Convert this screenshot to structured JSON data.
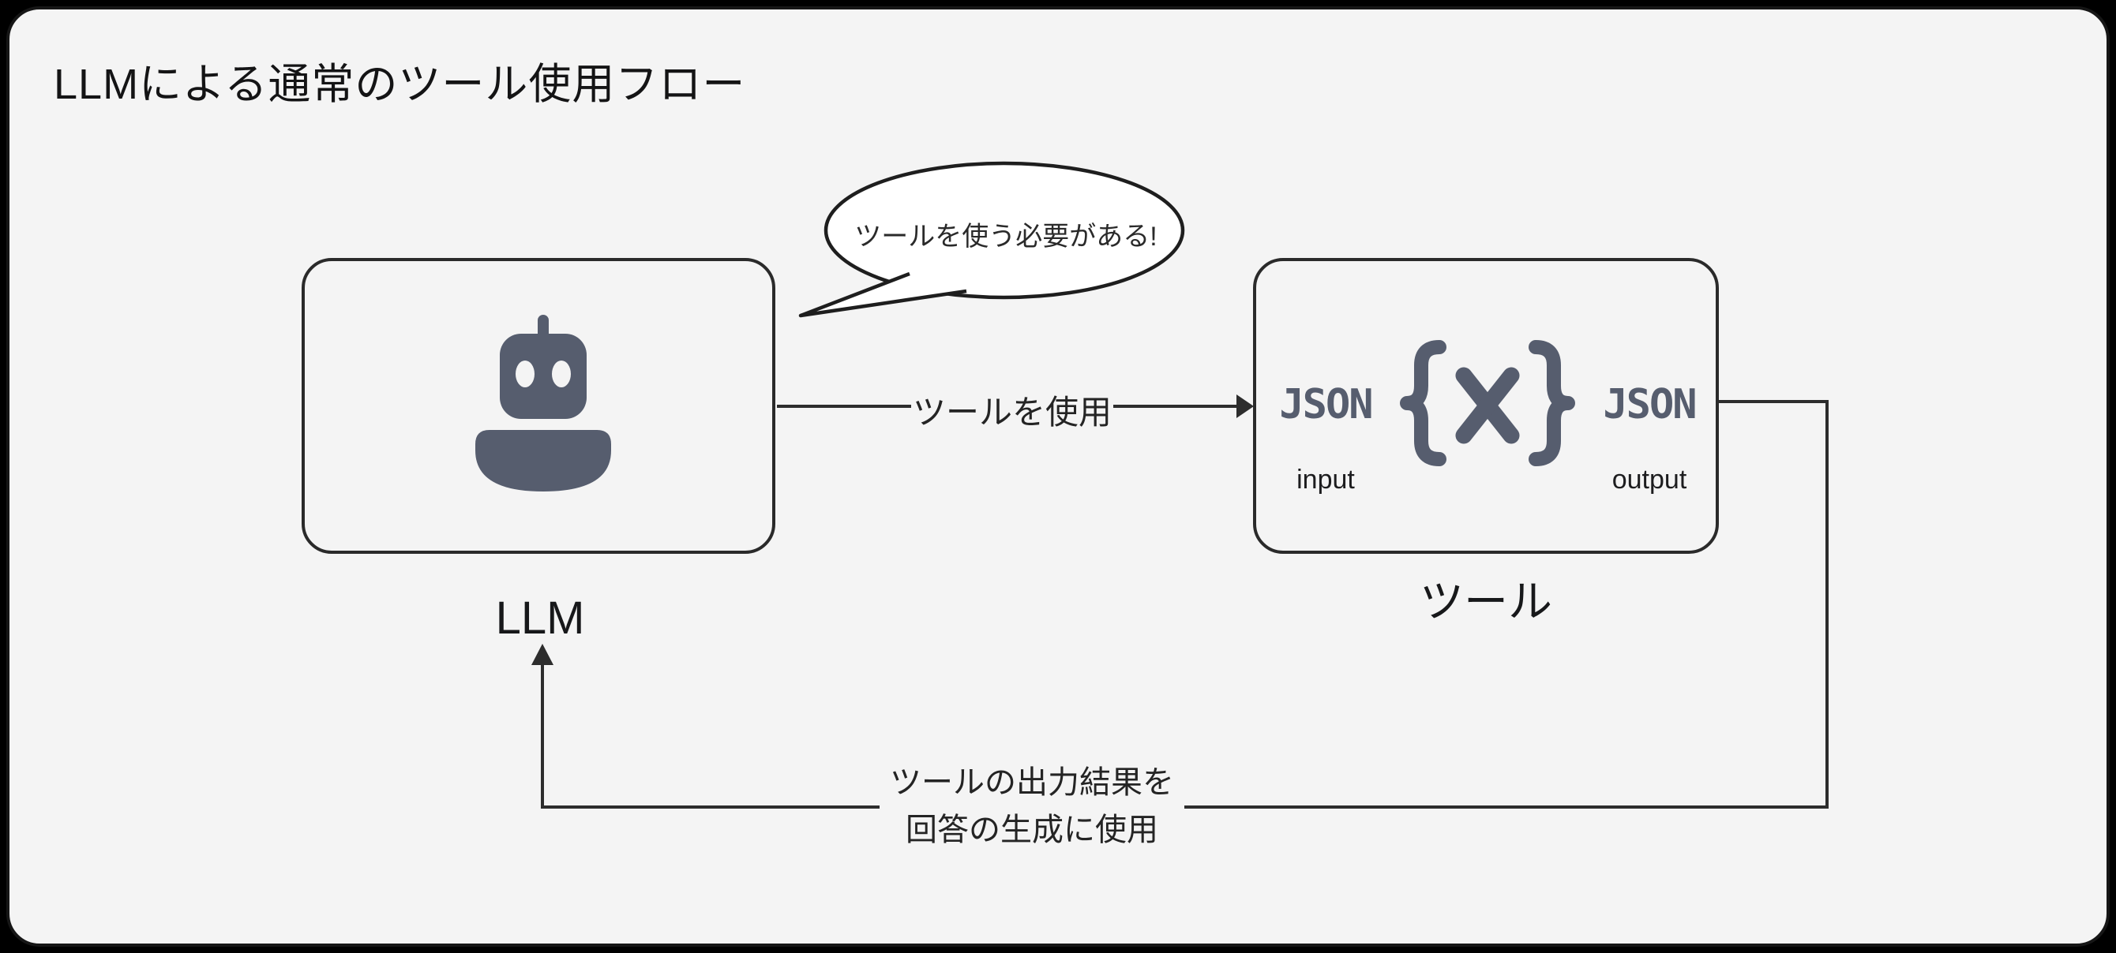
{
  "title": "LLMによる通常のツール使用フロー",
  "colors": {
    "frame_bg": "#000000",
    "canvas_bg": "#F4F4F4",
    "line": "#2D2D2D",
    "icon_slate": "#565D6E",
    "bubble_fill": "#FFFFFF"
  },
  "nodes": {
    "llm": {
      "label": "LLM",
      "icon": "robot-icon"
    },
    "tool": {
      "label": "ツール",
      "icon": "json-braces-icon",
      "input_format": "JSON",
      "input_caption": "input",
      "output_format": "JSON",
      "output_caption": "output"
    }
  },
  "speech_bubble": {
    "text": "ツールを使う必要がある!"
  },
  "edges": {
    "use_tool": {
      "from": "LLM",
      "to": "ツール",
      "label": "ツールを使用"
    },
    "feedback": {
      "from": "ツール",
      "to": "LLM",
      "label_line1": "ツールの出力結果を",
      "label_line2": "回答の生成に使用"
    }
  }
}
